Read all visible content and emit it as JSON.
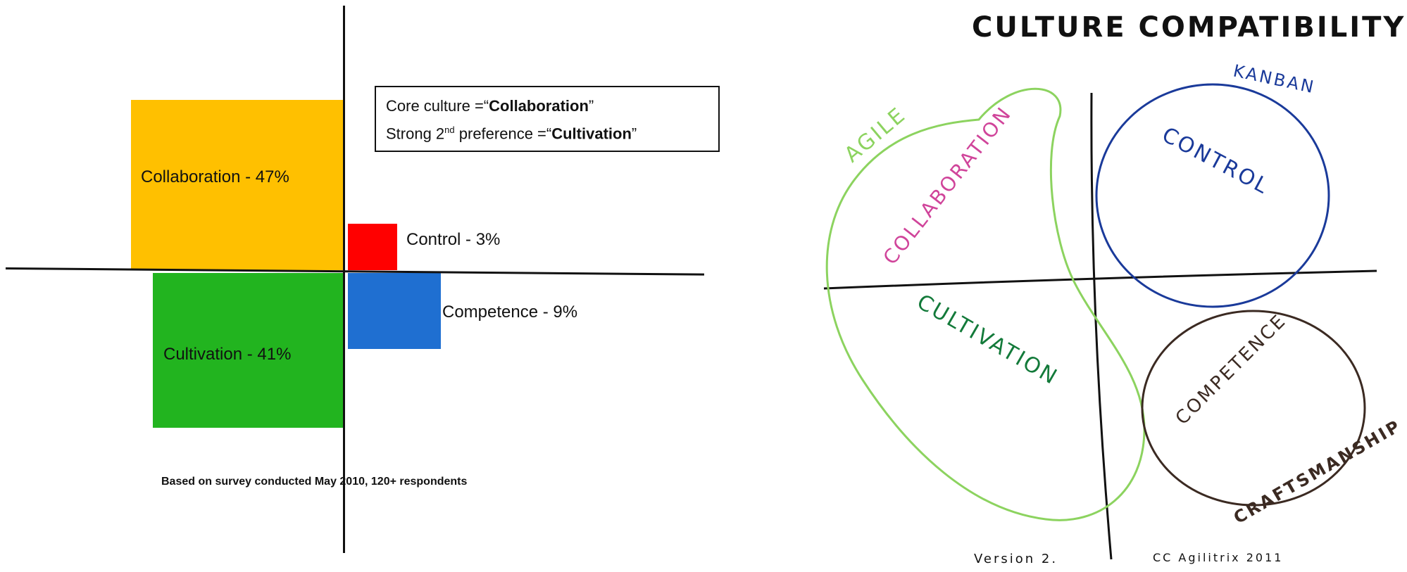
{
  "survey_chart": {
    "blocks": [
      {
        "id": "collaboration",
        "label": "Collaboration - 47%",
        "value": 47,
        "color": "#FFC000"
      },
      {
        "id": "control",
        "label": "Control - 3%",
        "value": 3,
        "color": "#FF0000"
      },
      {
        "id": "cultivation",
        "label": "Cultivation - 41%",
        "value": 41,
        "color": "#22B41F"
      },
      {
        "id": "competence",
        "label": "Competence - 9%",
        "value": 9,
        "color": "#1F6FD1"
      }
    ],
    "legend": {
      "line1_prefix": "Core culture =“",
      "line1_bold": "Collaboration",
      "line1_suffix": "”",
      "line2_prefix": "Strong 2",
      "line2_sup": "nd",
      "line2_mid": " preference =“",
      "line2_bold": "Cultivation",
      "line2_suffix": "”"
    },
    "footnote": "Based on survey conducted May 2010, 120+ respondents"
  },
  "culture_diagram": {
    "title": "CULTURE COMPATIBILITY",
    "labels": {
      "agile": "AGILE",
      "kanban": "KANBAN",
      "collaboration": "COLLABORATION",
      "control": "CONTROL",
      "cultivation": "CULTIVATION",
      "competence": "COMPETENCE",
      "craftsmanship": "CRAFTSMANSHIP"
    },
    "version": "Version 2.",
    "credit": "CC Agilitrix 2011",
    "colors": {
      "agile": "#8CD35F",
      "kanban": "#1A3A9A",
      "collaboration": "#D0449A",
      "cultivation": "#137A3A",
      "competence": "#3B2A22",
      "ink": "#111111"
    }
  }
}
